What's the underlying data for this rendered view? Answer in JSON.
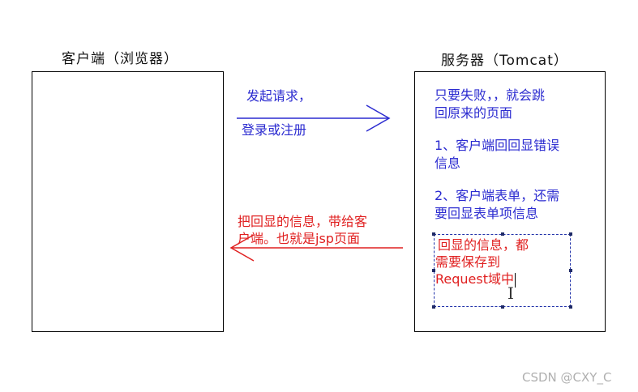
{
  "client": {
    "title": "客户端（浏览器）"
  },
  "server": {
    "title": "服务器（Tomcat）",
    "note_line1": "只要失败，，就会跳",
    "note_line2": "回原来的页面",
    "item1_line1": "1、客户端回回显错误",
    "item1_line2": "信息",
    "item2_line1": "2、客户端表单，还需",
    "item2_line2": "要回显表单项信息",
    "selected_text_line1": "回显的信息，都",
    "selected_text_line2": "需要保存到",
    "selected_text_line3": "Request域中"
  },
  "request_arrow": {
    "label_top": "发起请求，",
    "label_bottom": "登录或注册"
  },
  "response_arrow": {
    "label_line1": "把回显的信息，带给客",
    "label_line2": "户端。也就是jsp页面"
  },
  "cursor": {
    "glyph": "I"
  },
  "watermark": "CSDN @CXY_C",
  "colors": {
    "request": "#2b2bd0",
    "response": "#e02020"
  }
}
